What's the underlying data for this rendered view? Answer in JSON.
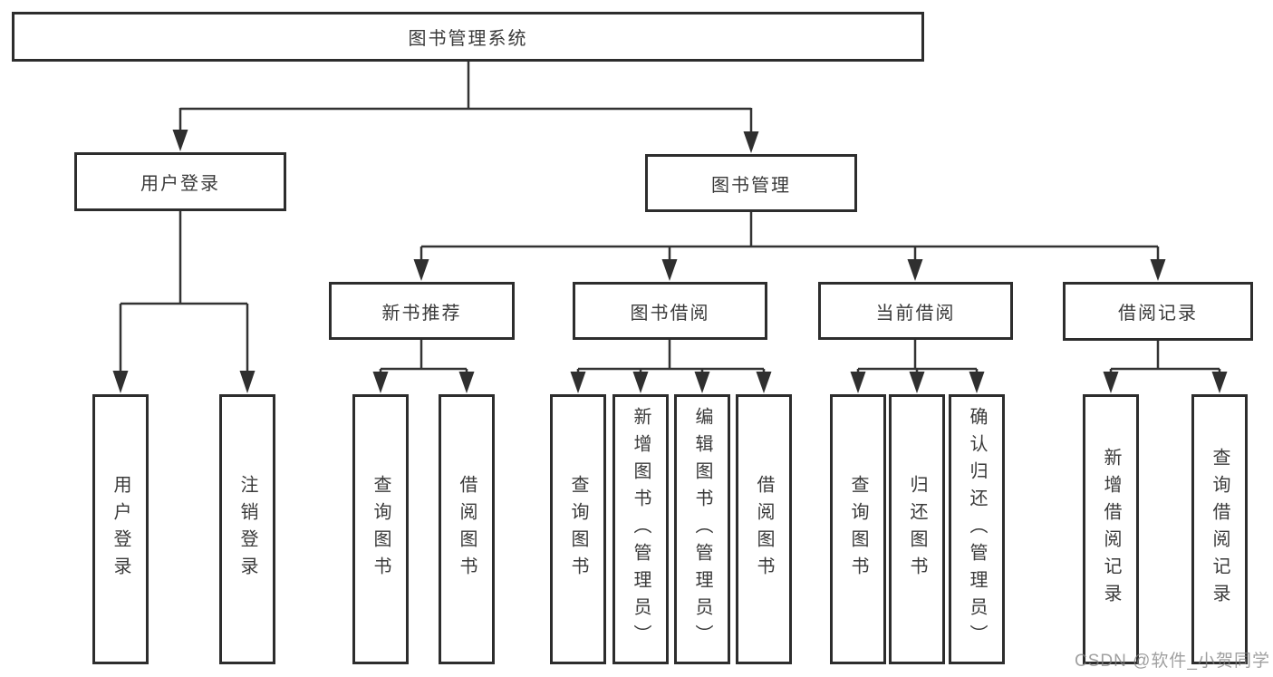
{
  "diagram": {
    "type": "hierarchy-tree",
    "tree": {
      "root": {
        "label": "图书管理系统"
      },
      "branches": [
        {
          "label": "用户登录",
          "children": [
            {
              "label": "用户登录"
            },
            {
              "label": "注销登录"
            }
          ]
        },
        {
          "label": "图书管理",
          "children": [
            {
              "label": "新书推荐",
              "children": [
                {
                  "label": "查询图书"
                },
                {
                  "label": "借阅图书"
                }
              ]
            },
            {
              "label": "图书借阅",
              "children": [
                {
                  "label": "查询图书"
                },
                {
                  "label": "新增图书（管理员）"
                },
                {
                  "label": "编辑图书（管理员）"
                },
                {
                  "label": "借阅图书"
                }
              ]
            },
            {
              "label": "当前借阅",
              "children": [
                {
                  "label": "查询图书"
                },
                {
                  "label": "归还图书"
                },
                {
                  "label": "确认归还（管理员）"
                }
              ]
            },
            {
              "label": "借阅记录",
              "children": [
                {
                  "label": "新增借阅记录"
                },
                {
                  "label": "查询借阅记录"
                }
              ]
            }
          ]
        }
      ]
    },
    "colors": {
      "box_border": "#2d2d2d",
      "connector_line": "#333333",
      "text": "#3a3a3a",
      "background": "#ffffff",
      "watermark": "#9a9a9a"
    }
  },
  "watermark": "CSDN @软件_小贺同学"
}
